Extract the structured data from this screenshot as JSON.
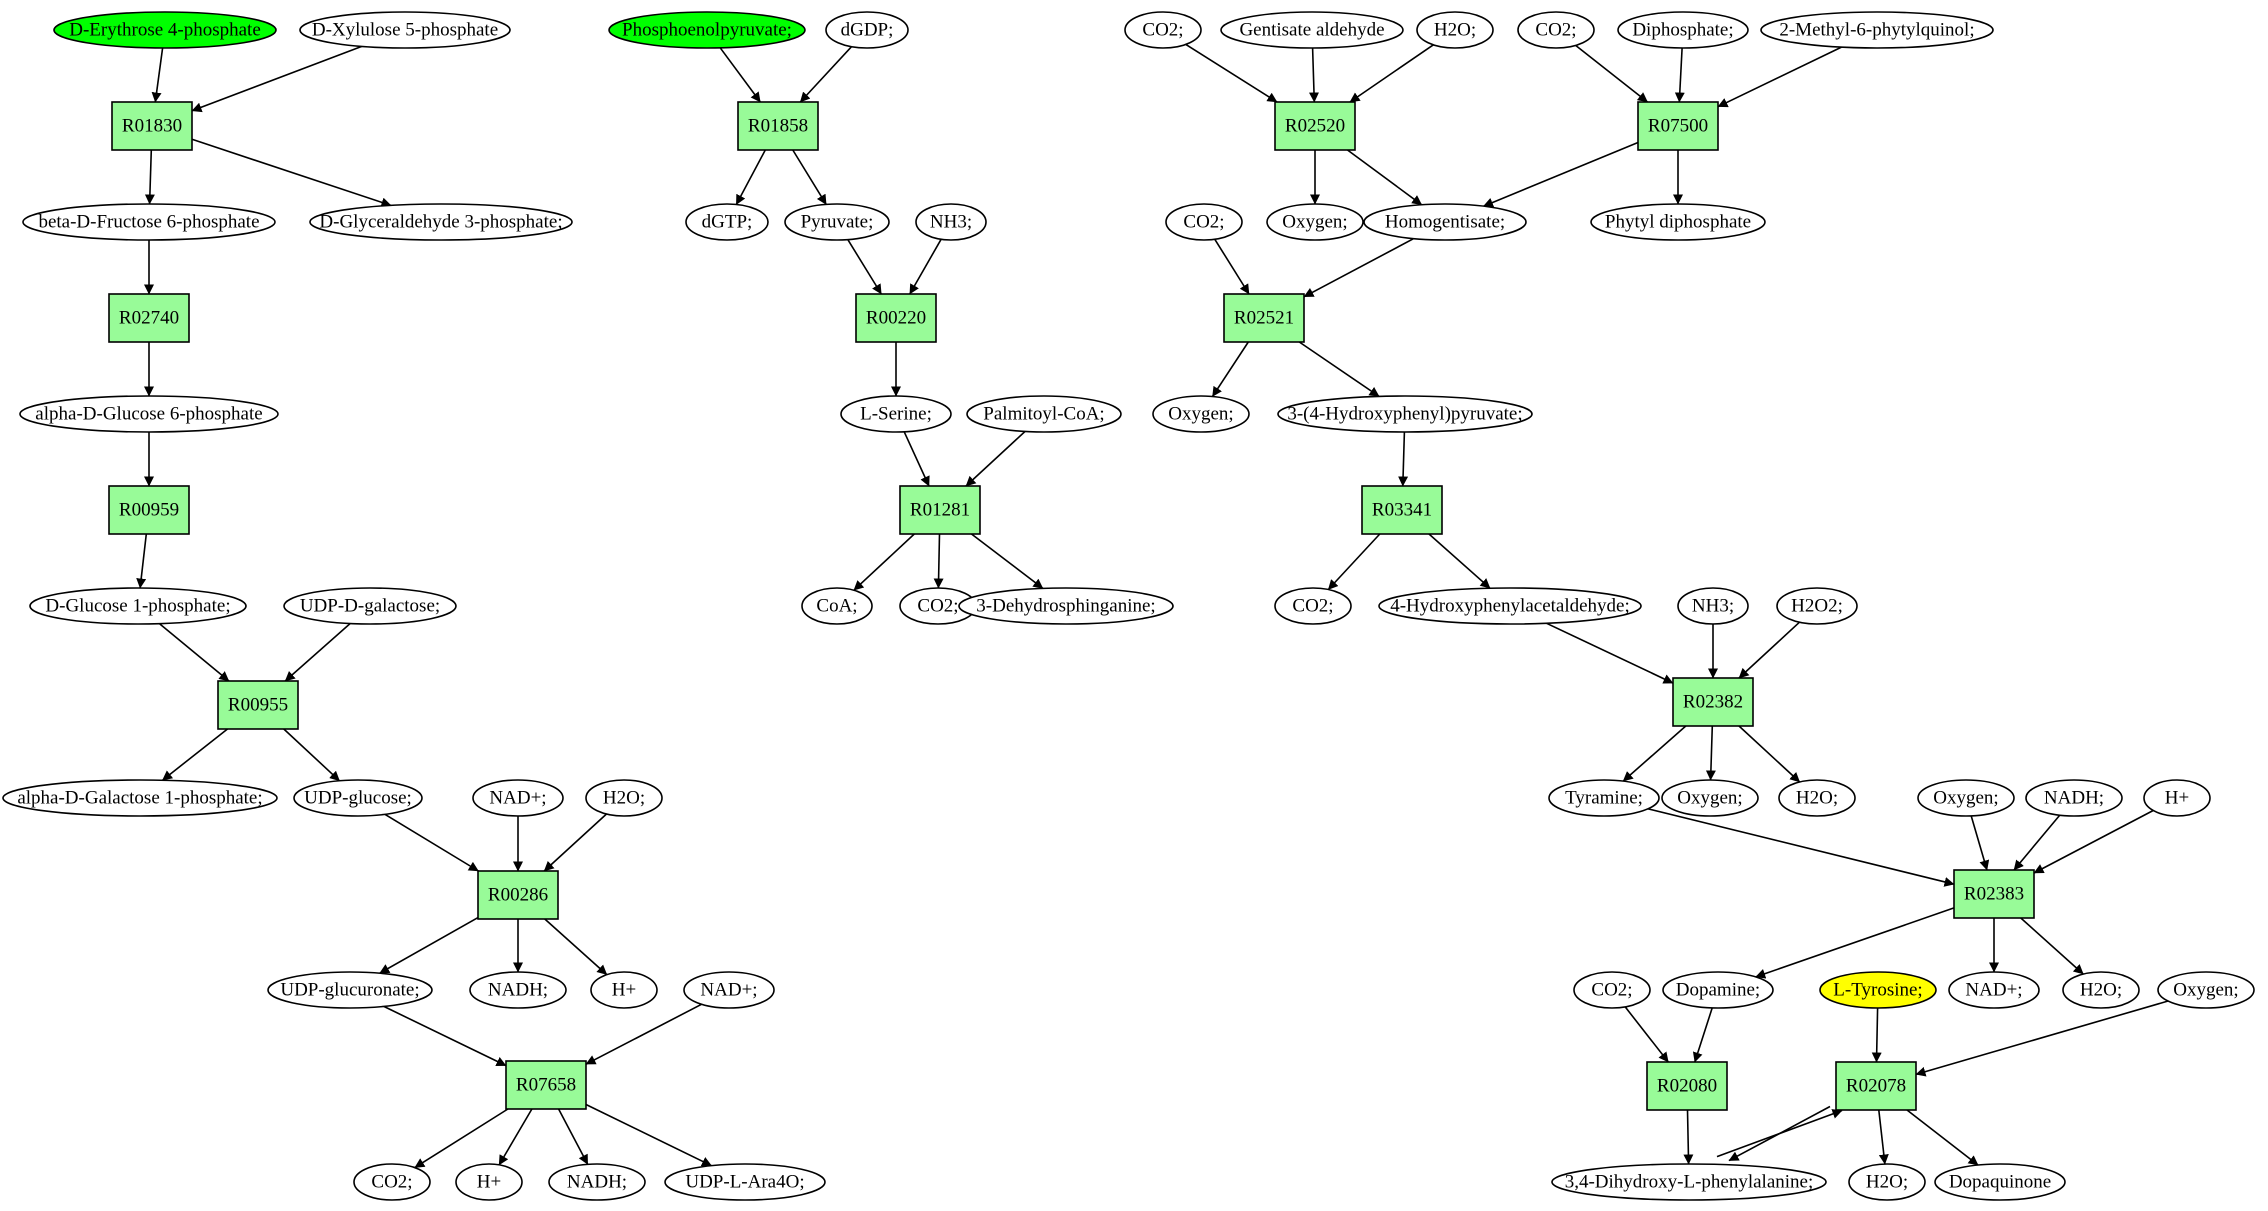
{
  "colors": {
    "reaction_fill": "#98fb98",
    "compound_fill": "#ffffff",
    "start_fill": "#00ff00",
    "target_fill": "#ffff00",
    "stroke": "#000000"
  },
  "nodes": {
    "e4p": {
      "label": "D-Erythrose 4-phosphate",
      "kind": "compound",
      "highlight": "start"
    },
    "xu5p": {
      "label": "D-Xylulose 5-phosphate",
      "kind": "compound"
    },
    "R01830": {
      "label": "R01830",
      "kind": "reaction"
    },
    "f6p": {
      "label": "beta-D-Fructose 6-phosphate",
      "kind": "compound"
    },
    "g3p": {
      "label": "D-Glyceraldehyde 3-phosphate;",
      "kind": "compound"
    },
    "R02740": {
      "label": "R02740",
      "kind": "reaction"
    },
    "g6p": {
      "label": "alpha-D-Glucose 6-phosphate",
      "kind": "compound"
    },
    "R00959": {
      "label": "R00959",
      "kind": "reaction"
    },
    "g1p": {
      "label": "D-Glucose 1-phosphate;",
      "kind": "compound"
    },
    "udpgal": {
      "label": "UDP-D-galactose;",
      "kind": "compound"
    },
    "R00955": {
      "label": "R00955",
      "kind": "reaction"
    },
    "gal1p": {
      "label": "alpha-D-Galactose 1-phosphate;",
      "kind": "compound"
    },
    "udpglc": {
      "label": "UDP-glucose;",
      "kind": "compound"
    },
    "nad1": {
      "label": "NAD+;",
      "kind": "compound"
    },
    "h2o1": {
      "label": "H2O;",
      "kind": "compound"
    },
    "R00286": {
      "label": "R00286",
      "kind": "reaction"
    },
    "udpglcA": {
      "label": "UDP-glucuronate;",
      "kind": "compound"
    },
    "nadh1": {
      "label": "NADH;",
      "kind": "compound"
    },
    "hplus1": {
      "label": "H+",
      "kind": "compound"
    },
    "nad2": {
      "label": "NAD+;",
      "kind": "compound"
    },
    "R07658": {
      "label": "R07658",
      "kind": "reaction"
    },
    "co2a": {
      "label": "CO2;",
      "kind": "compound"
    },
    "hplus2": {
      "label": "H+",
      "kind": "compound"
    },
    "nadh2": {
      "label": "NADH;",
      "kind": "compound"
    },
    "udpara": {
      "label": "UDP-L-Ara4O;",
      "kind": "compound"
    },
    "pep": {
      "label": "Phosphoenolpyruvate;",
      "kind": "compound",
      "highlight": "start"
    },
    "dgdp": {
      "label": "dGDP;",
      "kind": "compound"
    },
    "R01858": {
      "label": "R01858",
      "kind": "reaction"
    },
    "dgtp": {
      "label": "dGTP;",
      "kind": "compound"
    },
    "pyr": {
      "label": "Pyruvate;",
      "kind": "compound"
    },
    "nh3a": {
      "label": "NH3;",
      "kind": "compound"
    },
    "R00220": {
      "label": "R00220",
      "kind": "reaction"
    },
    "ser": {
      "label": "L-Serine;",
      "kind": "compound"
    },
    "palm": {
      "label": "Palmitoyl-CoA;",
      "kind": "compound"
    },
    "R01281": {
      "label": "R01281",
      "kind": "reaction"
    },
    "coa": {
      "label": "CoA;",
      "kind": "compound"
    },
    "co2b": {
      "label": "CO2;",
      "kind": "compound"
    },
    "dhs": {
      "label": "3-Dehydrosphinganine;",
      "kind": "compound"
    },
    "co2c": {
      "label": "CO2;",
      "kind": "compound"
    },
    "gent": {
      "label": "Gentisate aldehyde",
      "kind": "compound"
    },
    "h2o2": {
      "label": "H2O;",
      "kind": "compound"
    },
    "R02520": {
      "label": "R02520",
      "kind": "reaction"
    },
    "co2d": {
      "label": "CO2;",
      "kind": "compound"
    },
    "diph": {
      "label": "Diphosphate;",
      "kind": "compound"
    },
    "mpq": {
      "label": "2-Methyl-6-phytylquinol;",
      "kind": "compound"
    },
    "R07500": {
      "label": "R07500",
      "kind": "reaction"
    },
    "co2e": {
      "label": "CO2;",
      "kind": "compound"
    },
    "oxy1": {
      "label": "Oxygen;",
      "kind": "compound"
    },
    "homo": {
      "label": "Homogentisate;",
      "kind": "compound"
    },
    "phyt": {
      "label": "Phytyl diphosphate",
      "kind": "compound"
    },
    "R02521": {
      "label": "R02521",
      "kind": "reaction"
    },
    "oxy2": {
      "label": "Oxygen;",
      "kind": "compound"
    },
    "hpp": {
      "label": "3-(4-Hydroxyphenyl)pyruvate;",
      "kind": "compound"
    },
    "R03341": {
      "label": "R03341",
      "kind": "reaction"
    },
    "co2f": {
      "label": "CO2;",
      "kind": "compound"
    },
    "hpa": {
      "label": "4-Hydroxyphenylacetaldehyde;",
      "kind": "compound"
    },
    "nh3b": {
      "label": "NH3;",
      "kind": "compound"
    },
    "h2o2b": {
      "label": "H2O2;",
      "kind": "compound"
    },
    "R02382": {
      "label": "R02382",
      "kind": "reaction"
    },
    "tyram": {
      "label": "Tyramine;",
      "kind": "compound"
    },
    "oxy3": {
      "label": "Oxygen;",
      "kind": "compound"
    },
    "h2o3": {
      "label": "H2O;",
      "kind": "compound"
    },
    "oxy4": {
      "label": "Oxygen;",
      "kind": "compound"
    },
    "nadh3": {
      "label": "NADH;",
      "kind": "compound"
    },
    "hplus3": {
      "label": "H+",
      "kind": "compound"
    },
    "R02383": {
      "label": "R02383",
      "kind": "reaction"
    },
    "co2g": {
      "label": "CO2;",
      "kind": "compound"
    },
    "dopa": {
      "label": "Dopamine;",
      "kind": "compound"
    },
    "tyr": {
      "label": "L-Tyrosine;",
      "kind": "compound",
      "highlight": "target"
    },
    "nad3": {
      "label": "NAD+;",
      "kind": "compound"
    },
    "h2o4": {
      "label": "H2O;",
      "kind": "compound"
    },
    "oxy5": {
      "label": "Oxygen;",
      "kind": "compound"
    },
    "R02080": {
      "label": "R02080",
      "kind": "reaction"
    },
    "R02078": {
      "label": "R02078",
      "kind": "reaction"
    },
    "ldopa": {
      "label": "3,4-Dihydroxy-L-phenylalanine;",
      "kind": "compound"
    },
    "h2o5": {
      "label": "H2O;",
      "kind": "compound"
    },
    "dq": {
      "label": "Dopaquinone",
      "kind": "compound"
    }
  },
  "edges": [
    [
      "e4p",
      "R01830"
    ],
    [
      "xu5p",
      "R01830"
    ],
    [
      "R01830",
      "f6p"
    ],
    [
      "R01830",
      "g3p"
    ],
    [
      "f6p",
      "R02740"
    ],
    [
      "R02740",
      "g6p"
    ],
    [
      "g6p",
      "R00959"
    ],
    [
      "R00959",
      "g1p"
    ],
    [
      "g1p",
      "R00955"
    ],
    [
      "udpgal",
      "R00955"
    ],
    [
      "R00955",
      "gal1p"
    ],
    [
      "R00955",
      "udpglc"
    ],
    [
      "udpglc",
      "R00286"
    ],
    [
      "nad1",
      "R00286"
    ],
    [
      "h2o1",
      "R00286"
    ],
    [
      "R00286",
      "udpglcA"
    ],
    [
      "R00286",
      "nadh1"
    ],
    [
      "R00286",
      "hplus1"
    ],
    [
      "udpglcA",
      "R07658"
    ],
    [
      "nad2",
      "R07658"
    ],
    [
      "R07658",
      "co2a"
    ],
    [
      "R07658",
      "hplus2"
    ],
    [
      "R07658",
      "nadh2"
    ],
    [
      "R07658",
      "udpara"
    ],
    [
      "pep",
      "R01858"
    ],
    [
      "dgdp",
      "R01858"
    ],
    [
      "R01858",
      "dgtp"
    ],
    [
      "R01858",
      "pyr"
    ],
    [
      "pyr",
      "R00220"
    ],
    [
      "nh3a",
      "R00220"
    ],
    [
      "R00220",
      "ser"
    ],
    [
      "ser",
      "R01281"
    ],
    [
      "palm",
      "R01281"
    ],
    [
      "R01281",
      "coa"
    ],
    [
      "R01281",
      "co2b"
    ],
    [
      "R01281",
      "dhs"
    ],
    [
      "co2c",
      "R02520"
    ],
    [
      "gent",
      "R02520"
    ],
    [
      "h2o2",
      "R02520"
    ],
    [
      "R02520",
      "oxy1"
    ],
    [
      "R02520",
      "homo"
    ],
    [
      "co2d",
      "R07500"
    ],
    [
      "diph",
      "R07500"
    ],
    [
      "mpq",
      "R07500"
    ],
    [
      "R07500",
      "homo"
    ],
    [
      "R07500",
      "phyt"
    ],
    [
      "co2e",
      "R02521"
    ],
    [
      "homo",
      "R02521"
    ],
    [
      "R02521",
      "oxy2"
    ],
    [
      "R02521",
      "hpp"
    ],
    [
      "hpp",
      "R03341"
    ],
    [
      "R03341",
      "co2f"
    ],
    [
      "R03341",
      "hpa"
    ],
    [
      "hpa",
      "R02382"
    ],
    [
      "nh3b",
      "R02382"
    ],
    [
      "h2o2b",
      "R02382"
    ],
    [
      "R02382",
      "tyram"
    ],
    [
      "R02382",
      "oxy3"
    ],
    [
      "R02382",
      "h2o3"
    ],
    [
      "tyram",
      "R02383"
    ],
    [
      "oxy4",
      "R02383"
    ],
    [
      "nadh3",
      "R02383"
    ],
    [
      "hplus3",
      "R02383"
    ],
    [
      "R02383",
      "dopa"
    ],
    [
      "R02383",
      "nad3"
    ],
    [
      "R02383",
      "h2o4"
    ],
    [
      "co2g",
      "R02080"
    ],
    [
      "dopa",
      "R02080"
    ],
    [
      "R02080",
      "ldopa"
    ],
    [
      "tyr",
      "R02078"
    ],
    [
      "oxy5",
      "R02078"
    ],
    [
      "R02078",
      "ldopa"
    ],
    [
      "ldopa",
      "R02078"
    ],
    [
      "R02078",
      "h2o5"
    ],
    [
      "R02078",
      "dq"
    ]
  ]
}
